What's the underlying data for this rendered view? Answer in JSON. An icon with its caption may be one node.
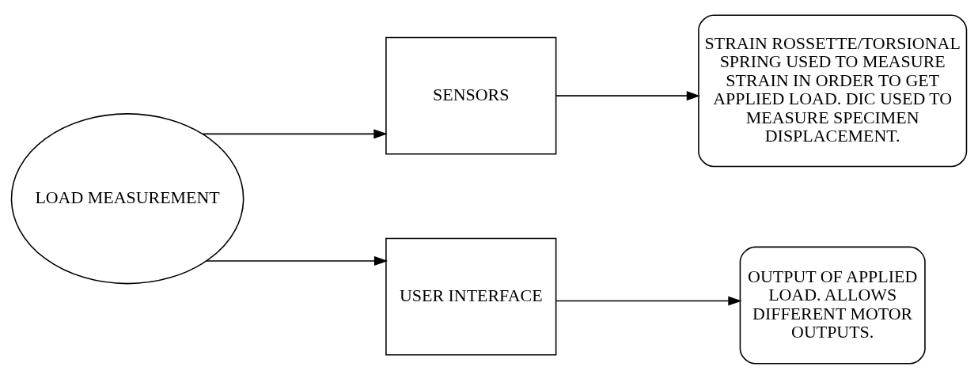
{
  "diagram": {
    "nodes": [
      {
        "text": [
          "LOAD MEASUREMENT"
        ]
      },
      {
        "text": [
          "SENSORS"
        ]
      },
      {
        "text": [
          "STRAIN ROSSETTE/TORSIONAL SPRING USED TO MEASURE STRAIN IN ORDER TO GET APPLIED LOAD. DIC USED TO MEASURE SPECIMEN DISPLACEMENT."
        ]
      },
      {
        "text": [
          "USER INTERFACE"
        ]
      },
      {
        "text": [
          "OUTPUT OF APPLIED LOAD. ALLOWS DIFFERENT MOTOR OUTPUTS."
        ]
      }
    ],
    "edges": [
      {
        "from": 0,
        "to": 1,
        "arrow": "to"
      },
      {
        "from": 0,
        "to": 3,
        "arrow": "to"
      },
      {
        "from": 1,
        "to": 2,
        "arrow": "to"
      },
      {
        "from": 3,
        "to": 4,
        "arrow": "to"
      }
    ]
  }
}
